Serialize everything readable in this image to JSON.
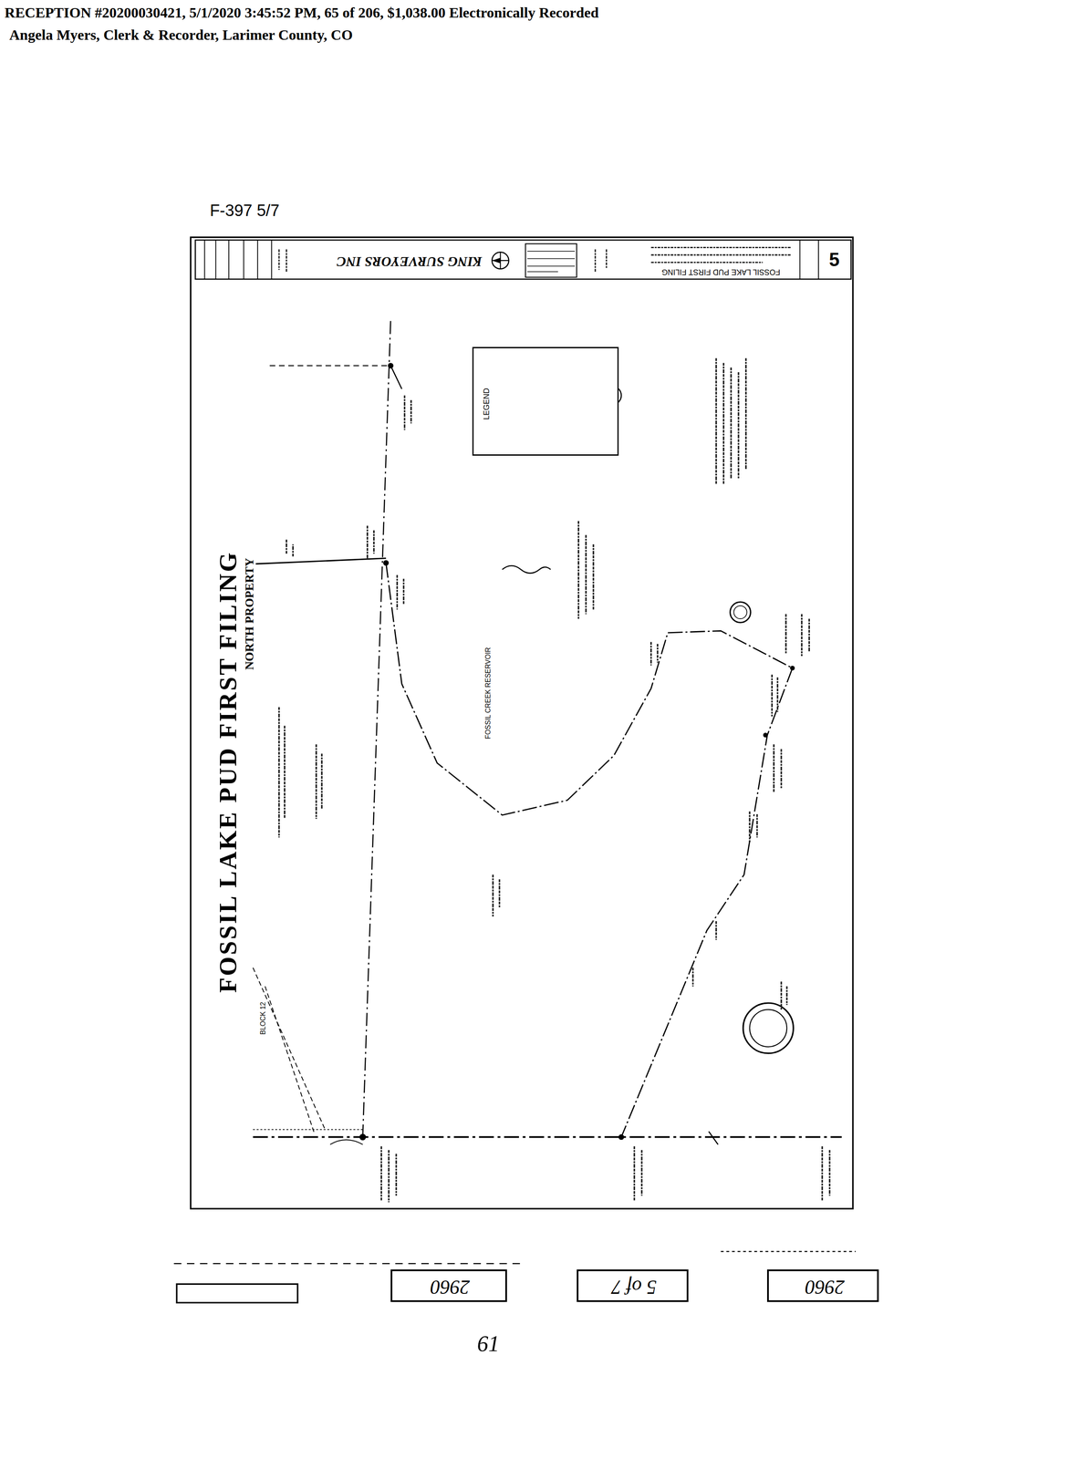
{
  "diagram": {
    "title": "FOSSIL LAKE PUD FIRST FILING",
    "nodes": [
      {
        "text": [
          "LEGEND"
        ]
      },
      {
        "text": [
          "2960"
        ]
      },
      {
        "text": [
          "5 of 7"
        ]
      },
      {
        "text": [
          "2960"
        ]
      }
    ],
    "labels": [
      "RECEPTION #20200030421,  5/1/2020 3:45:52 PM, 65 of 206, $1,038.00  Electronically Recorded",
      "Angela Myers, Clerk & Recorder, Larimer County, CO",
      "F-397   5/7",
      "NORTH PROPERTY",
      "KING SURVEYORS INC",
      "FOSSIL LAKE PUD FIRST FILING",
      "5",
      "FOSSIL CREEK RESERVOIR",
      "BLOCK 12",
      "61"
    ]
  }
}
